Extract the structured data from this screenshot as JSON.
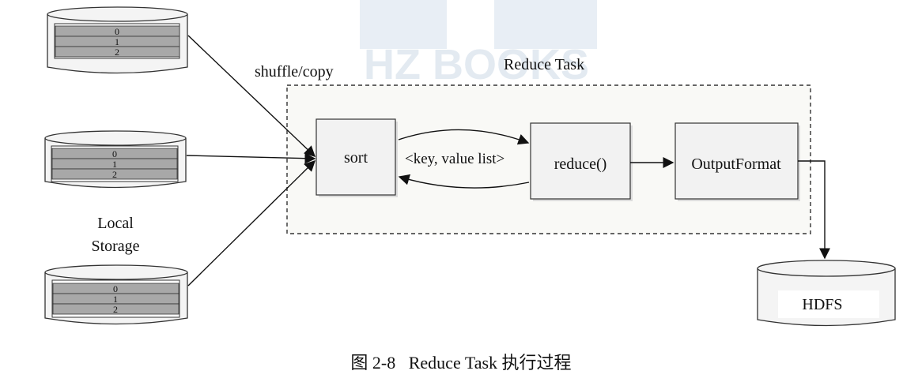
{
  "diagram": {
    "shuffle_label": "shuffle/copy",
    "task_title": "Reduce Task",
    "local_storage_line1": "Local",
    "local_storage_line2": "Storage",
    "kv_label": "<key, value list>",
    "boxes": {
      "sort": "sort",
      "reduce": "reduce()",
      "output": "OutputFormat",
      "hdfs": "HDFS"
    },
    "partitions": [
      "0",
      "1",
      "2"
    ]
  },
  "caption": "图 2-8   Reduce Task 执行过程",
  "watermark": "HZ BOOKS",
  "colors": {
    "partition_fill": "#a8a8a8",
    "box_fill": "#f2f2f2",
    "cylinder_fill": "#f4f4f4",
    "task_area": "#f9f9f6",
    "watermark": "#dfe7ef"
  }
}
